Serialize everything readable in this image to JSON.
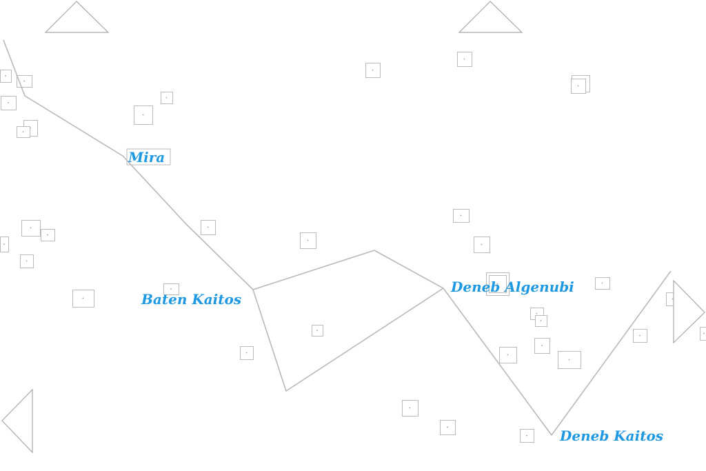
{
  "chart_data": {
    "type": "star-map",
    "stars": [
      {
        "name": "Mira"
      },
      {
        "name": "Baten Kaitos"
      },
      {
        "name": "Deneb Algenubi"
      },
      {
        "name": "Deneb Kaitos"
      }
    ]
  },
  "colors": {
    "label": "#1e98e0",
    "line": "#bdb6b6",
    "marker": "#b9b9b9",
    "background": "#ffffff"
  },
  "icons": {
    "pan_up": "triangle-up-icon",
    "pan_down": "triangle-left-icon",
    "pan_right": "triangle-right-icon"
  }
}
